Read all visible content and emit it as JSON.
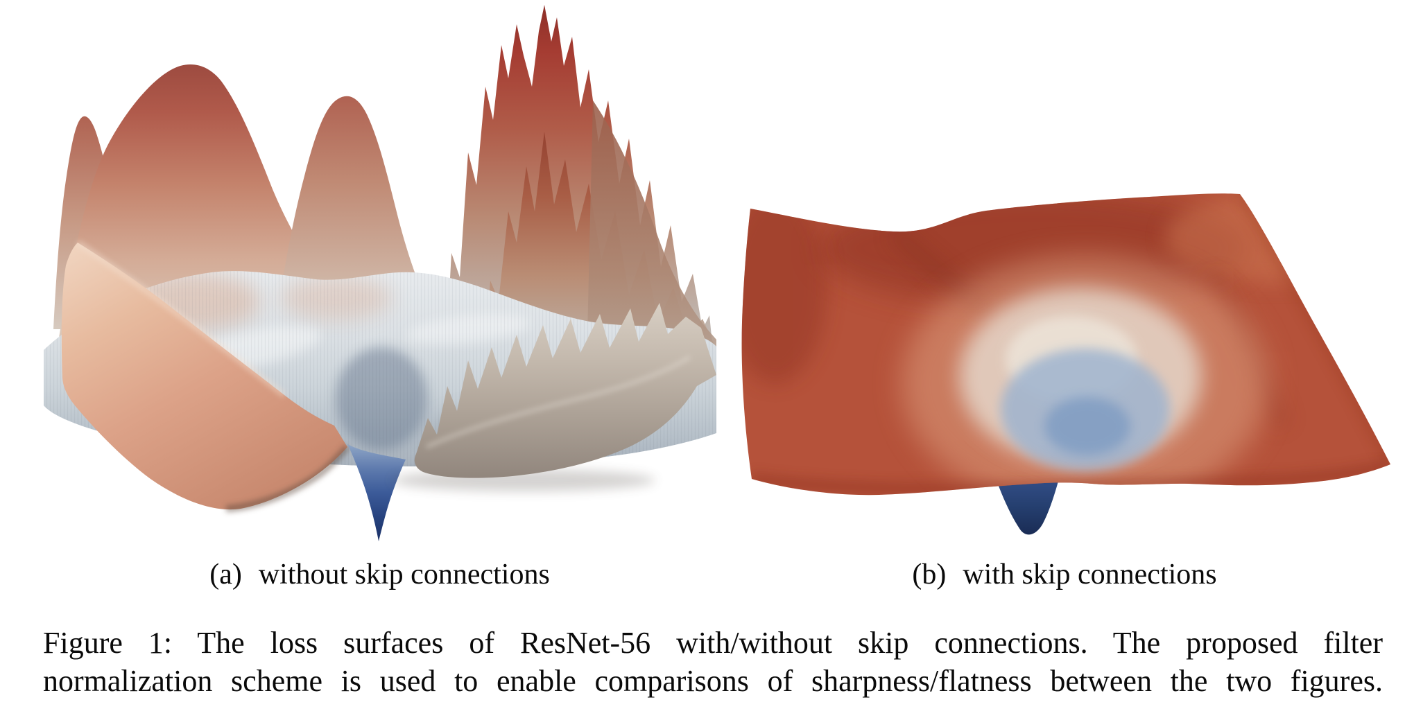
{
  "figure": {
    "caption": {
      "line1": "Figure 1: The loss surfaces of ResNet-56 with/without skip connections. The proposed filter",
      "line2": "normalization scheme is used to enable comparisons of sharpness/flatness between the two figures."
    },
    "subfigures": [
      {
        "id": "a",
        "prefix": "(a)",
        "label": "without skip connections"
      },
      {
        "id": "b",
        "prefix": "(b)",
        "label": "with skip connections"
      }
    ],
    "palette": {
      "peak_red": "#9d3a2e",
      "slope_salmon": "#e0ab8e",
      "valley_silver": "#ccd3da",
      "minima_blue": "#22407c",
      "sheet_red": "#b5523a",
      "bowl_blue": "#8fa8c8",
      "bowl_cream": "#e6dcd0",
      "text_black": "#0a0a0a",
      "background": "#ffffff"
    }
  }
}
